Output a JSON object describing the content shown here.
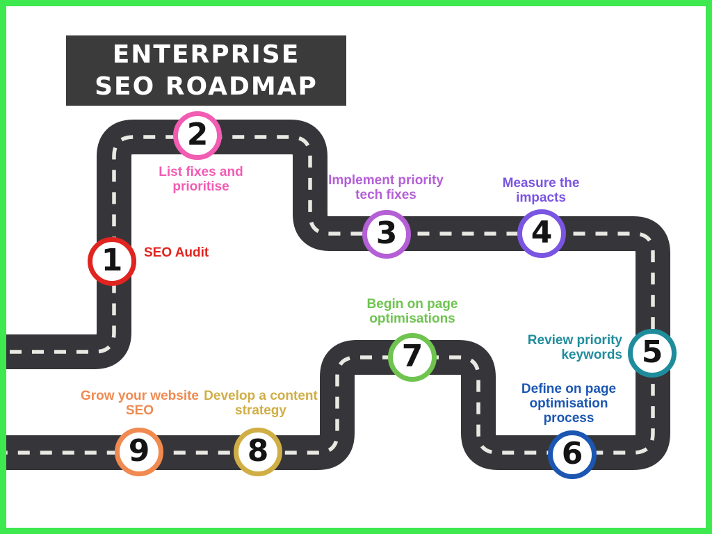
{
  "title": {
    "text": "ENTERPRISE\nSEO ROADMAP",
    "bg": "#3b3b3b",
    "text_color": "#ffffff"
  },
  "border_color": "#3de94f",
  "road": {
    "color": "#36363a",
    "dash_color": "#eae8e3"
  },
  "milestones": [
    {
      "number": "1",
      "label": "SEO Audit",
      "color": "#e0241f"
    },
    {
      "number": "2",
      "label": "List fixes and\nprioritise",
      "color": "#f25cb2"
    },
    {
      "number": "3",
      "label": "Implement priority\ntech fixes",
      "color": "#b45fd6"
    },
    {
      "number": "4",
      "label": "Measure the\nimpacts",
      "color": "#7a55e2"
    },
    {
      "number": "5",
      "label": "Review priority\nkeywords",
      "color": "#1f8c9c"
    },
    {
      "number": "6",
      "label": "Define on page\noptimisation\nprocess",
      "color": "#1b57b2"
    },
    {
      "number": "7",
      "label": "Begin on page\noptimisations",
      "color": "#6ec44f"
    },
    {
      "number": "8",
      "label": "Develop a content\nstrategy",
      "color": "#d0ae45"
    },
    {
      "number": "9",
      "label": "Grow your website\nSEO",
      "color": "#f08a50"
    }
  ]
}
